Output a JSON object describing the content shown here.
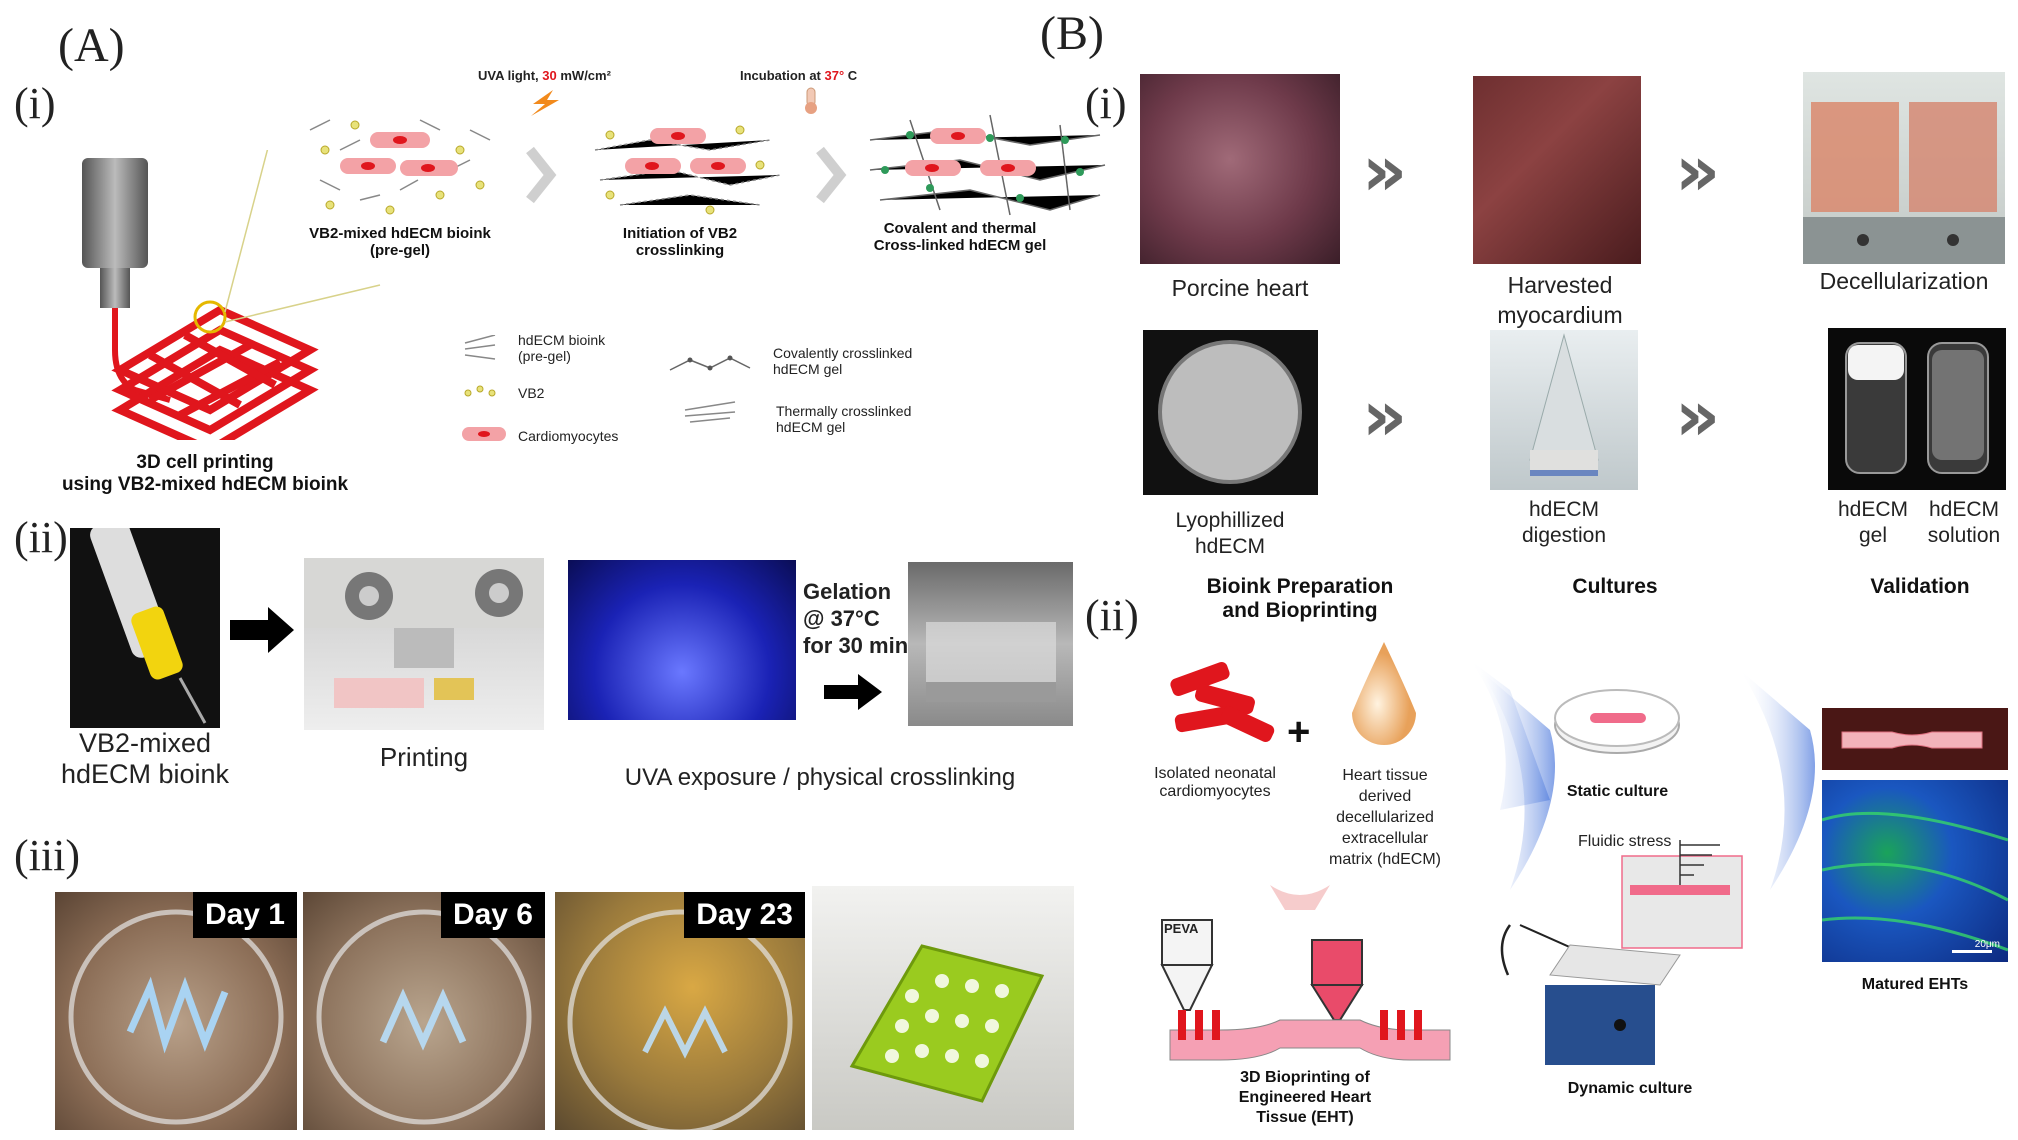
{
  "panel_a": {
    "letter": "(A)",
    "sub_i": "(i)",
    "sub_ii": "(ii)",
    "sub_iii": "(iii)",
    "printing_caption": "3D cell printing\nusing VB2-mixed hdECM bioink",
    "uva_light_prefix": "UVA light, ",
    "uva_light_value": "30",
    "uva_light_unit": " mW/cm²",
    "incubation_prefix": "Incubation at ",
    "incubation_value": "37°",
    "incubation_unit": " C",
    "step1": "VB2-mixed hdECM bioink\n(pre-gel)",
    "step2": "Initiation of VB2\ncrosslinking",
    "step3": "Covalent and thermal\nCross-linked hdECM gel",
    "legend": {
      "bioink": "hdECM bioink\n(pre-gel)",
      "vb2": "VB2",
      "cardio": "Cardiomyocytes",
      "covalent": "Covalently crosslinked\nhdECM gel",
      "thermal": "Thermally crosslinked\nhdECM gel"
    },
    "ii_bioink": "VB2-mixed\nhdECM bioink",
    "ii_printing": "Printing",
    "ii_gelation": "Gelation\n@ 37°C\nfor 30 min",
    "ii_uva": "UVA exposure / physical crosslinking",
    "days": [
      "Day 1",
      "Day 6",
      "Day 23"
    ]
  },
  "panel_b": {
    "letter": "(B)",
    "sub_i": "(i)",
    "sub_ii": "(ii)",
    "porcine_heart": "Porcine heart",
    "harvested": "Harvested\nmyocardium",
    "decell": "Decellularization",
    "lyophillized": "Lyophillized\nhdECM",
    "digestion": "hdECM\ndigestion",
    "gel": "hdECM\ngel",
    "solution": "hdECM\nsolution",
    "col1_title": "Bioink Preparation\nand Bioprinting",
    "col2_title": "Cultures",
    "col3_title": "Validation",
    "isolated": "Isolated neonatal\ncardiomyocytes",
    "heart_tissue": "Heart tissue\nderived\ndecellularized\nextracellular\nmatrix (hdECM)",
    "peva": "PEVA",
    "bioprinting_eht": "3D Bioprinting of\nEngineered Heart\nTissue (EHT)",
    "static_culture": "Static culture",
    "fluidic_stress": "Fluidic stress",
    "dynamic_culture": "Dynamic culture",
    "matured": "Matured EHTs",
    "scale": "20μm"
  },
  "colors": {
    "accent_red": "#e0161d",
    "tissue_pink": "#f06b8a",
    "arrow_blue": "#2e62d6",
    "gel_green": "#9acb1f"
  }
}
